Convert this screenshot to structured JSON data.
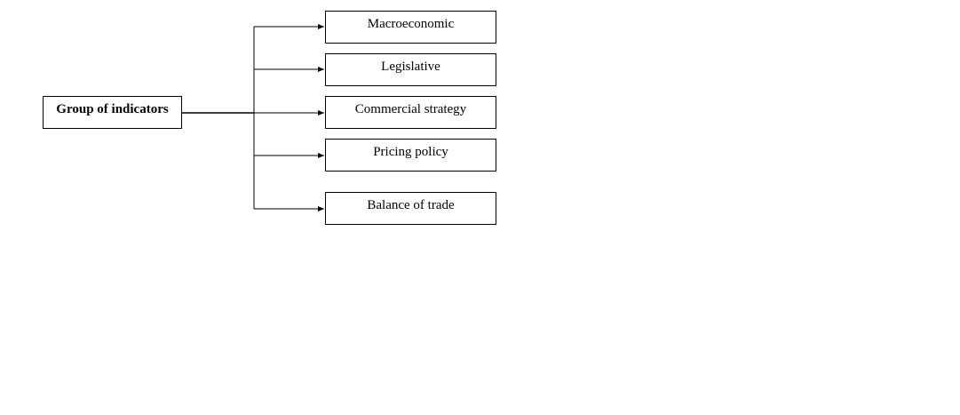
{
  "diagram": {
    "root": {
      "label": "Group of indicators"
    },
    "children": [
      {
        "label": "Macroeconomic"
      },
      {
        "label": "Legislative"
      },
      {
        "label": "Commercial strategy"
      },
      {
        "label": "Pricing policy"
      },
      {
        "label": "Balance of trade"
      }
    ]
  },
  "colors": {
    "line": "#000000",
    "box_border": "#000000",
    "background": "#ffffff"
  }
}
